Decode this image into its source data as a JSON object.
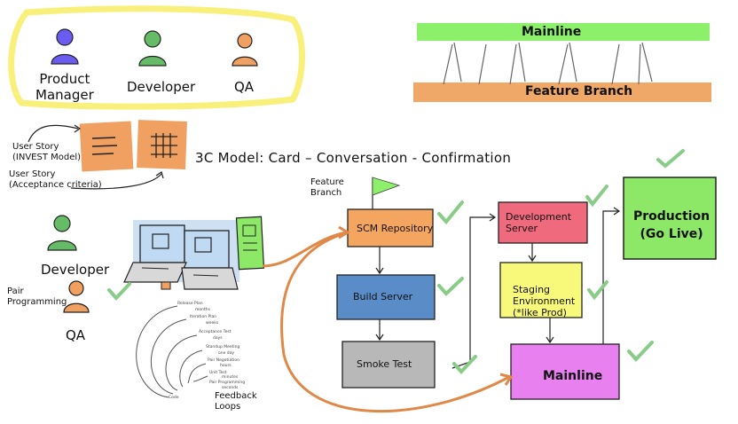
{
  "roles": {
    "product_manager": "Product\nManager",
    "developer": "Developer",
    "qa": "QA"
  },
  "branches": {
    "mainline": "Mainline",
    "feature": "Feature Branch"
  },
  "user_story_invest": "User Story\n(INVEST Model)",
  "user_story_acceptance": "User Story\n(Acceptance criteria)",
  "model_title": "3C Model: Card – Conversation - Confirmation",
  "pair": {
    "developer": "Developer",
    "pair_programming": "Pair\nProgramming",
    "qa": "QA"
  },
  "feature_branch_flag": "Feature\nBranch",
  "pipeline": {
    "scm": "SCM Repository",
    "build": "Build Server",
    "smoke": "Smoke Test",
    "dev": "Development\nServer",
    "staging": "Staging\nEnvironment\n(*like Prod)",
    "mainline": "Mainline",
    "production": "Production\n(Go Live)"
  },
  "feedback": {
    "label": "Feedback\nLoops",
    "items": [
      "Release Plan",
      "Iteration Plan",
      "Acceptance Test",
      "Standup Meeting",
      "Pair Negotiation",
      "Unit Test",
      "Pair Programming",
      "Code"
    ],
    "sub_items": [
      "months",
      "weeks",
      "days",
      "one day",
      "hours",
      "minutes",
      "seconds"
    ]
  },
  "colors": {
    "highlight": "#f8f07a",
    "mainline_green": "#8cf06a",
    "feature_orange": "#f0a868",
    "purple": "#6a5cf0",
    "green_person": "#66bb66",
    "orange_person": "#f0a060",
    "scm": "#f4a560",
    "build": "#5a8cc8",
    "smoke": "#b8b8b8",
    "dev": "#ee6a7c",
    "staging": "#f8f87a",
    "mainline_box": "#e880f0",
    "production": "#8ee868",
    "check": "#88cc88"
  }
}
